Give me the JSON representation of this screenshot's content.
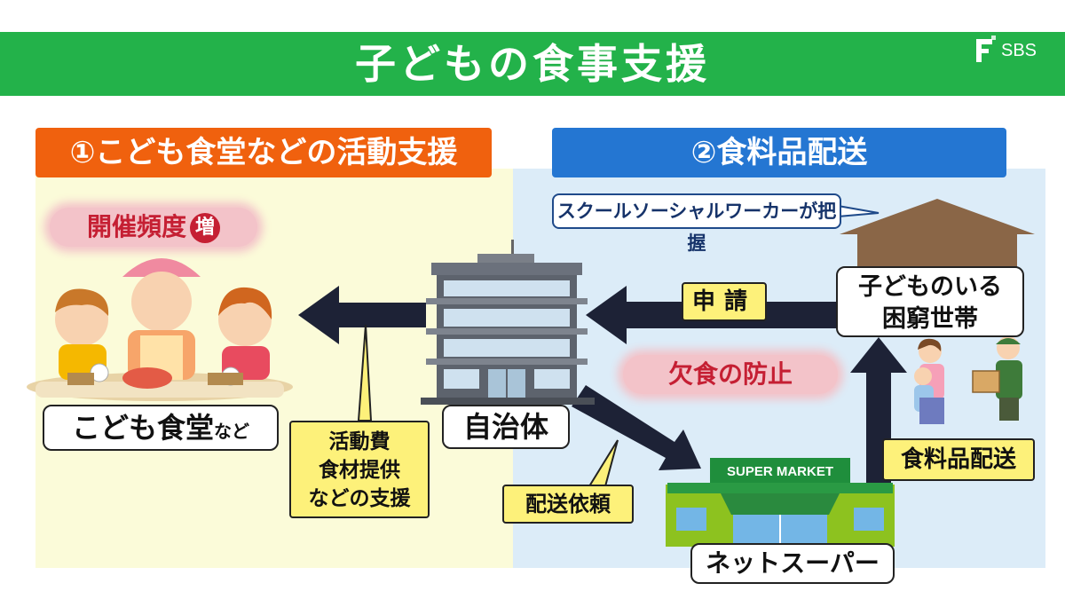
{
  "title": "子どもの食事支援",
  "logo": {
    "text": "SBS",
    "icon": "sbs-logo-icon"
  },
  "left_section": {
    "header": "①こども食堂などの活動支援",
    "frequency_label": "開催頻度",
    "frequency_badge": "増",
    "kodomo_label_main": "こども食堂",
    "kodomo_label_small": "など",
    "support_box": [
      "活動費",
      "食材提供",
      "などの支援"
    ]
  },
  "right_section": {
    "header": "②食料品配送",
    "social_worker_label": "スクールソーシャルワーカーが把握",
    "application_label": "申請",
    "household_label": [
      "子どものいる",
      "困窮世帯"
    ],
    "prevention_label": "欠食の防止",
    "delivery_label": "食料品配送",
    "delivery_request_label": "配送依頼",
    "supermarket_sign": "SUPER MARKET",
    "net_super_label": "ネットスーパー"
  },
  "center": {
    "municipality_label": "自治体"
  },
  "colors": {
    "title_green": "#23b24a",
    "orange_header": "#f0610e",
    "blue_header": "#2476d2",
    "left_bg": "#fbfbd9",
    "right_bg": "#dcecf8",
    "callout_yellow": "#fdf17a",
    "arrow_navy": "#1d2236",
    "alert_red": "#c51f33"
  },
  "icons": [
    "arrow-left-icon",
    "arrow-up-icon",
    "arrow-down-right-icon",
    "building-icon",
    "house-roof-icon",
    "supermarket-icon",
    "children-eating-illustration",
    "delivery-family-illustration"
  ]
}
